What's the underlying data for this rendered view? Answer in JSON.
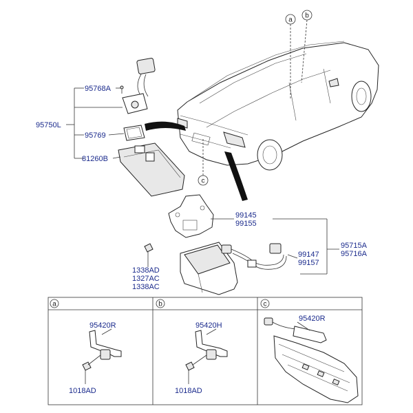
{
  "labels": {
    "p95768A": "95768A",
    "p95750L": "95750L",
    "p95769": "95769",
    "p81260B": "81260B",
    "p99145": "99145",
    "p99155": "99155",
    "p95715A": "95715A",
    "p95716A": "95716A",
    "p99147": "99147",
    "p99157": "99157",
    "p1338AD": "1338AD",
    "p1327AC": "1327AC",
    "p1338AC": "1338AC",
    "pa95420R": "95420R",
    "pb95420H": "95420H",
    "pc95420R": "95420R",
    "pa1018AD": "1018AD",
    "pb1018AD": "1018AD"
  },
  "callouts": {
    "a": "a",
    "b": "b",
    "c": "c"
  },
  "panels": [
    {
      "letter": "a"
    },
    {
      "letter": "b"
    },
    {
      "letter": "c"
    }
  ]
}
